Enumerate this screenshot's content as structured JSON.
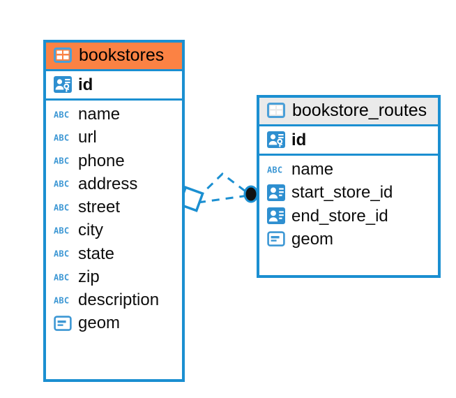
{
  "diagram": {
    "title": "Entity relationship diagram",
    "background": "#ffffff",
    "accent_blue": "#1b8fd1",
    "highlight_orange": "#fb8244",
    "header_gray": "#eaeaea"
  },
  "tables": [
    {
      "name": "bookstores",
      "header_style": "accent-orange",
      "table_icon": "table-icon",
      "primary_key": {
        "label": "id",
        "icon": "primary-key-icon"
      },
      "fields": [
        {
          "label": "name",
          "icon": "text-abc-icon"
        },
        {
          "label": "url",
          "icon": "text-abc-icon"
        },
        {
          "label": "phone",
          "icon": "text-abc-icon"
        },
        {
          "label": "address",
          "icon": "text-abc-icon"
        },
        {
          "label": "street",
          "icon": "text-abc-icon"
        },
        {
          "label": "city",
          "icon": "text-abc-icon"
        },
        {
          "label": "state",
          "icon": "text-abc-icon"
        },
        {
          "label": "zip",
          "icon": "text-abc-icon"
        },
        {
          "label": "description",
          "icon": "text-abc-icon"
        },
        {
          "label": "geom",
          "icon": "geometry-icon"
        }
      ]
    },
    {
      "name": "bookstore_routes",
      "header_style": "accent-gray",
      "table_icon": "table-icon",
      "primary_key": {
        "label": "id",
        "icon": "primary-key-icon"
      },
      "fields": [
        {
          "label": "name",
          "icon": "text-abc-icon"
        },
        {
          "label": "start_store_id",
          "icon": "foreign-key-icon"
        },
        {
          "label": "end_store_id",
          "icon": "foreign-key-icon"
        },
        {
          "label": "geom",
          "icon": "geometry-icon"
        }
      ]
    }
  ],
  "relationship": {
    "from_table": "bookstores",
    "to_table": "bookstore_routes",
    "from_marker": "diamond-marker",
    "to_marker": "filled-circle-marker",
    "line_style": "dashed",
    "line_color": "#1b8fd1"
  }
}
